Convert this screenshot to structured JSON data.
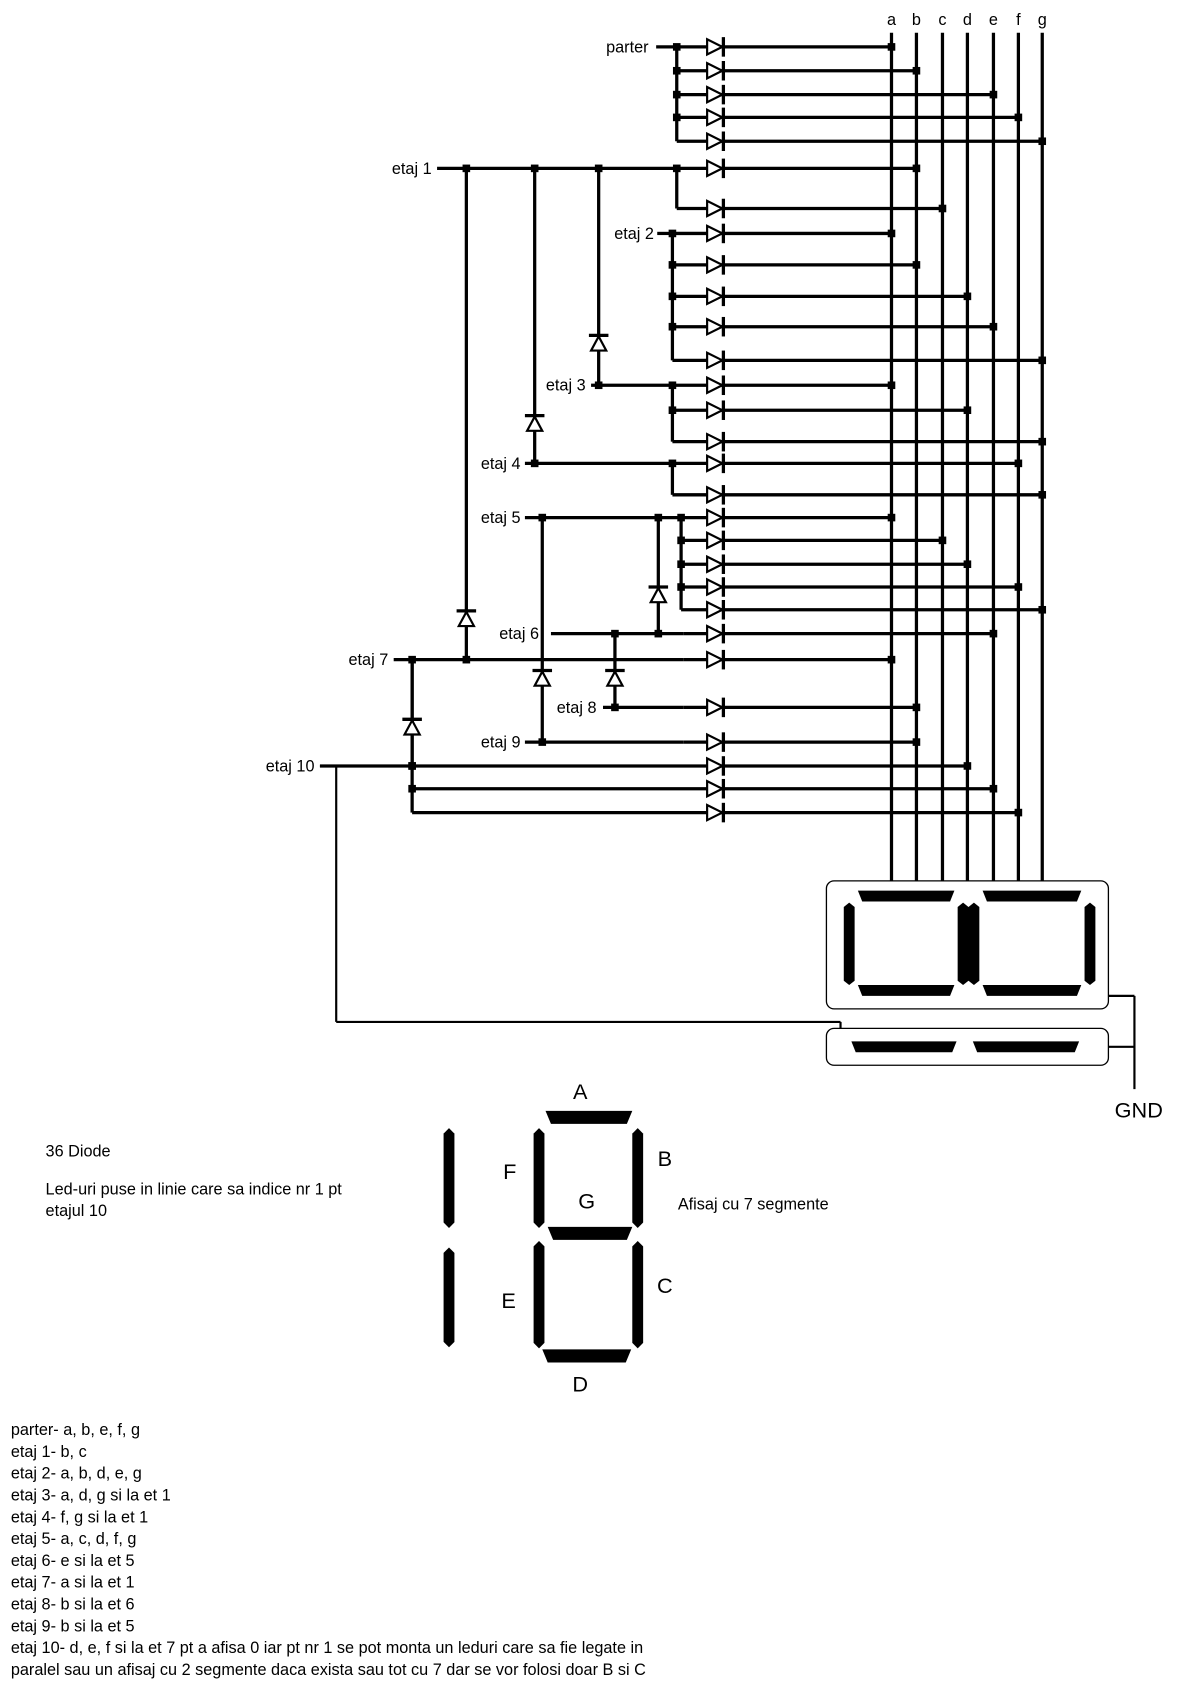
{
  "columns": [
    "a",
    "b",
    "c",
    "d",
    "e",
    "f",
    "g"
  ],
  "floors": {
    "parter": "parter",
    "etaj1": "etaj 1",
    "etaj2": "etaj 2",
    "etaj3": "etaj 3",
    "etaj4": "etaj 4",
    "etaj5": "etaj 5",
    "etaj6": "etaj 6",
    "etaj7": "etaj 7",
    "etaj8": "etaj 8",
    "etaj9": "etaj 9",
    "etaj10": "etaj 10"
  },
  "connections": {
    "parter": [
      "a",
      "b",
      "e",
      "f",
      "g"
    ],
    "etaj1": [
      "b",
      "c"
    ],
    "etaj2": [
      "a",
      "b",
      "d",
      "e",
      "g"
    ],
    "etaj3": [
      "a",
      "d",
      "g"
    ],
    "etaj4": [
      "f",
      "g"
    ],
    "etaj5": [
      "a",
      "c",
      "d",
      "f",
      "g"
    ],
    "etaj6": [
      "e"
    ],
    "etaj7": [
      "a"
    ],
    "etaj8": [
      "b"
    ],
    "etaj9": [
      "b"
    ],
    "etaj10": [
      "d",
      "e",
      "f"
    ]
  },
  "gnd_label": "GND",
  "segment_labels": {
    "A": "A",
    "B": "B",
    "C": "C",
    "D": "D",
    "E": "E",
    "F": "F",
    "G": "G"
  },
  "diode_count_label": "36 Diode",
  "led_note": [
    "Led-uri puse in linie care sa indice nr 1 pt",
    "etajul 10"
  ],
  "display_caption": "Afisaj cu 7 segmente",
  "notes": [
    "parter- a, b, e, f, g",
    "etaj 1- b, c",
    "etaj 2- a, b, d, e, g",
    "etaj 3- a, d, g si la et 1",
    "etaj 4- f, g si la et 1",
    "etaj 5- a, c, d, f, g",
    "etaj 6- e si la et 5",
    "etaj 7- a si la et 1",
    "etaj 8- b si la et 6",
    "etaj 9- b si la et 5",
    "etaj 10- d, e, f si la et 7 pt a afisa 0 iar pt nr 1 se pot monta un leduri care sa fie legate in",
    "paralel sau un afisaj cu 2 segmente daca exista sau tot cu 7 dar se vor folosi doar B si C"
  ]
}
